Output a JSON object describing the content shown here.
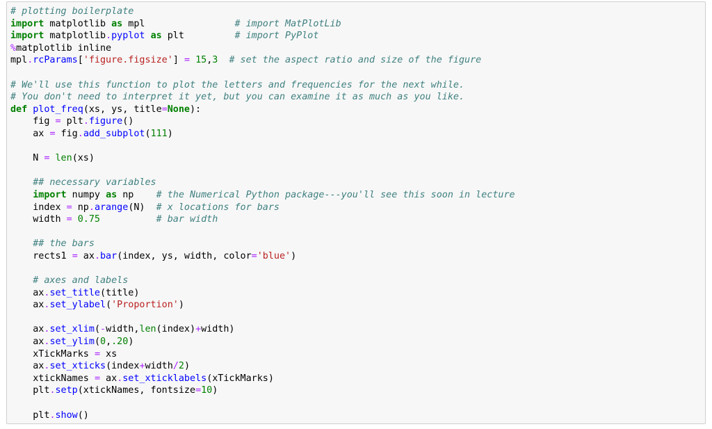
{
  "code_cell": {
    "lines": [
      [
        {
          "t": "# plotting boilerplate",
          "c": "c"
        }
      ],
      [
        {
          "t": "import",
          "c": "k"
        },
        {
          "t": " matplotlib "
        },
        {
          "t": "as",
          "c": "k"
        },
        {
          "t": " mpl                "
        },
        {
          "t": "# import MatPlotLib",
          "c": "c"
        }
      ],
      [
        {
          "t": "import",
          "c": "k"
        },
        {
          "t": " matplotlib"
        },
        {
          "t": ".",
          "c": "o"
        },
        {
          "t": "pyplot",
          "c": "a"
        },
        {
          "t": " "
        },
        {
          "t": "as",
          "c": "k"
        },
        {
          "t": " plt         "
        },
        {
          "t": "# import PyPlot",
          "c": "c"
        }
      ],
      [
        {
          "t": "%",
          "c": "o"
        },
        {
          "t": "matplotlib inline"
        }
      ],
      [
        {
          "t": "mpl"
        },
        {
          "t": ".",
          "c": "o"
        },
        {
          "t": "rcParams",
          "c": "a"
        },
        {
          "t": "["
        },
        {
          "t": "'figure.figsize'",
          "c": "s"
        },
        {
          "t": "] "
        },
        {
          "t": "=",
          "c": "o"
        },
        {
          "t": " "
        },
        {
          "t": "15",
          "c": "m"
        },
        {
          "t": ","
        },
        {
          "t": "3",
          "c": "m"
        },
        {
          "t": "  "
        },
        {
          "t": "# set the aspect ratio and size of the figure",
          "c": "c"
        }
      ],
      [],
      [
        {
          "t": "# We'll use this function to plot the letters and frequencies for the next while.",
          "c": "c"
        }
      ],
      [
        {
          "t": "# You don't need to interpret it yet, but you can examine it as much as you like.",
          "c": "c"
        }
      ],
      [
        {
          "t": "def",
          "c": "k"
        },
        {
          "t": " "
        },
        {
          "t": "plot_freq",
          "c": "f"
        },
        {
          "t": "(xs, ys, title"
        },
        {
          "t": "=",
          "c": "o"
        },
        {
          "t": "None",
          "c": "k"
        },
        {
          "t": "):"
        }
      ],
      [
        {
          "t": "    fig "
        },
        {
          "t": "=",
          "c": "o"
        },
        {
          "t": " plt"
        },
        {
          "t": ".",
          "c": "o"
        },
        {
          "t": "figure",
          "c": "a"
        },
        {
          "t": "()"
        }
      ],
      [
        {
          "t": "    ax "
        },
        {
          "t": "=",
          "c": "o"
        },
        {
          "t": " fig"
        },
        {
          "t": ".",
          "c": "o"
        },
        {
          "t": "add_subplot",
          "c": "a"
        },
        {
          "t": "("
        },
        {
          "t": "111",
          "c": "m"
        },
        {
          "t": ")"
        }
      ],
      [],
      [
        {
          "t": "    N "
        },
        {
          "t": "=",
          "c": "o"
        },
        {
          "t": " "
        },
        {
          "t": "len",
          "c": "nb"
        },
        {
          "t": "(xs)"
        }
      ],
      [],
      [
        {
          "t": "    ## necessary variables",
          "c": "c"
        }
      ],
      [
        {
          "t": "    "
        },
        {
          "t": "import",
          "c": "k"
        },
        {
          "t": " numpy "
        },
        {
          "t": "as",
          "c": "k"
        },
        {
          "t": " np    "
        },
        {
          "t": "# the Numerical Python package---you'll see this soon in lecture",
          "c": "c"
        }
      ],
      [
        {
          "t": "    index "
        },
        {
          "t": "=",
          "c": "o"
        },
        {
          "t": " np"
        },
        {
          "t": ".",
          "c": "o"
        },
        {
          "t": "arange",
          "c": "a"
        },
        {
          "t": "(N)  "
        },
        {
          "t": "# x locations for bars",
          "c": "c"
        }
      ],
      [
        {
          "t": "    width "
        },
        {
          "t": "=",
          "c": "o"
        },
        {
          "t": " "
        },
        {
          "t": "0.75",
          "c": "m"
        },
        {
          "t": "          "
        },
        {
          "t": "# bar width",
          "c": "c"
        }
      ],
      [],
      [
        {
          "t": "    ## the bars",
          "c": "c"
        }
      ],
      [
        {
          "t": "    rects1 "
        },
        {
          "t": "=",
          "c": "o"
        },
        {
          "t": " ax"
        },
        {
          "t": ".",
          "c": "o"
        },
        {
          "t": "bar",
          "c": "a"
        },
        {
          "t": "(index, ys, width, color"
        },
        {
          "t": "=",
          "c": "o"
        },
        {
          "t": "'blue'",
          "c": "s"
        },
        {
          "t": ")"
        }
      ],
      [],
      [
        {
          "t": "    # axes and labels",
          "c": "c"
        }
      ],
      [
        {
          "t": "    ax"
        },
        {
          "t": ".",
          "c": "o"
        },
        {
          "t": "set_title",
          "c": "a"
        },
        {
          "t": "(title)"
        }
      ],
      [
        {
          "t": "    ax"
        },
        {
          "t": ".",
          "c": "o"
        },
        {
          "t": "set_ylabel",
          "c": "a"
        },
        {
          "t": "("
        },
        {
          "t": "'Proportion'",
          "c": "s"
        },
        {
          "t": ")"
        }
      ],
      [],
      [
        {
          "t": "    ax"
        },
        {
          "t": ".",
          "c": "o"
        },
        {
          "t": "set_xlim",
          "c": "a"
        },
        {
          "t": "("
        },
        {
          "t": "-",
          "c": "o"
        },
        {
          "t": "width,"
        },
        {
          "t": "len",
          "c": "nb"
        },
        {
          "t": "(index)"
        },
        {
          "t": "+",
          "c": "o"
        },
        {
          "t": "width)"
        }
      ],
      [
        {
          "t": "    ax"
        },
        {
          "t": ".",
          "c": "o"
        },
        {
          "t": "set_ylim",
          "c": "a"
        },
        {
          "t": "("
        },
        {
          "t": "0",
          "c": "m"
        },
        {
          "t": ","
        },
        {
          "t": ".20",
          "c": "m"
        },
        {
          "t": ")"
        }
      ],
      [
        {
          "t": "    xTickMarks "
        },
        {
          "t": "=",
          "c": "o"
        },
        {
          "t": " xs"
        }
      ],
      [
        {
          "t": "    ax"
        },
        {
          "t": ".",
          "c": "o"
        },
        {
          "t": "set_xticks",
          "c": "a"
        },
        {
          "t": "(index"
        },
        {
          "t": "+",
          "c": "o"
        },
        {
          "t": "width"
        },
        {
          "t": "/",
          "c": "o"
        },
        {
          "t": "2",
          "c": "m"
        },
        {
          "t": ")"
        }
      ],
      [
        {
          "t": "    xtickNames "
        },
        {
          "t": "=",
          "c": "o"
        },
        {
          "t": " ax"
        },
        {
          "t": ".",
          "c": "o"
        },
        {
          "t": "set_xticklabels",
          "c": "a"
        },
        {
          "t": "(xTickMarks)"
        }
      ],
      [
        {
          "t": "    plt"
        },
        {
          "t": ".",
          "c": "o"
        },
        {
          "t": "setp",
          "c": "a"
        },
        {
          "t": "(xtickNames, fontsize"
        },
        {
          "t": "=",
          "c": "o"
        },
        {
          "t": "10",
          "c": "m"
        },
        {
          "t": ")"
        }
      ],
      [],
      [
        {
          "t": "    plt"
        },
        {
          "t": ".",
          "c": "o"
        },
        {
          "t": "show",
          "c": "a"
        },
        {
          "t": "()"
        }
      ]
    ]
  }
}
